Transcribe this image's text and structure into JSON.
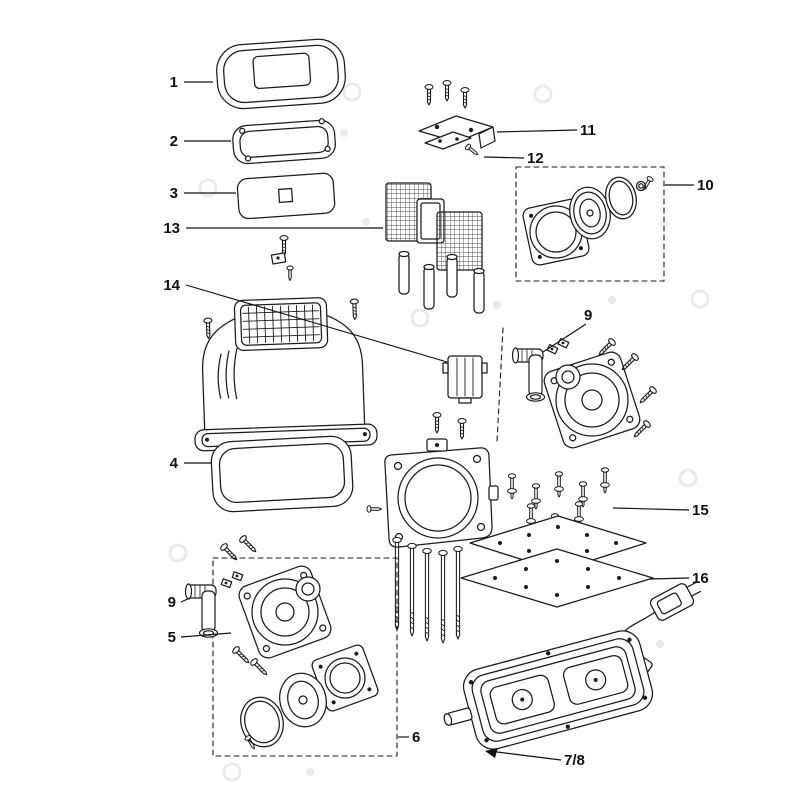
{
  "figure": {
    "kind": "exploded-parts-diagram",
    "background": "#ffffff",
    "line_color": "#1b1b1b",
    "callouts": {
      "c1": {
        "label": "1",
        "part": "top-cover"
      },
      "c2": {
        "label": "2",
        "part": "cover-seal"
      },
      "c3": {
        "label": "3",
        "part": "cover-plate"
      },
      "c4": {
        "label": "4",
        "part": "base-tray"
      },
      "c5": {
        "label": "5",
        "part": "diaphragm-unit-left"
      },
      "c6": {
        "label": "6",
        "part": "diaphragm-service-kit-left"
      },
      "c78": {
        "label": "7/8",
        "part": "bottom-casing"
      },
      "c9l": {
        "label": "9",
        "part": "elbow-connector-left"
      },
      "c9r": {
        "label": "9",
        "part": "elbow-connector-right"
      },
      "c10": {
        "label": "10",
        "part": "membrane-kit-right"
      },
      "c11": {
        "label": "11",
        "part": "mounting-bracket"
      },
      "c12": {
        "label": "12",
        "part": "bracket-screw"
      },
      "c13": {
        "label": "13",
        "part": "filter-set"
      },
      "c14": {
        "label": "14",
        "part": "valve-block"
      },
      "c15": {
        "label": "15",
        "part": "valve-pins"
      },
      "c16": {
        "label": "16",
        "part": "gasket-plates"
      }
    }
  }
}
